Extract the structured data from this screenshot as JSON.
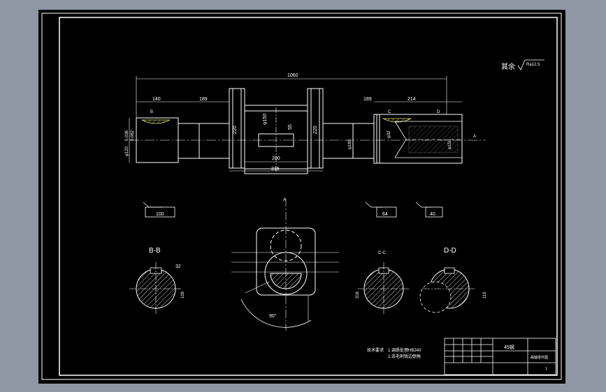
{
  "drawing": {
    "roughness_note": {
      "prefix": "其余",
      "value": "Ra12.5"
    },
    "dimensions": {
      "overall_length": "1060",
      "left_step": "140",
      "left_mid": "189",
      "right_mid": "189",
      "right_step": "214",
      "left_dia": "φ120",
      "left_tol_upper": "0.036",
      "left_tol_lower": "0.082",
      "collar_left": "220",
      "collar_right": "220",
      "center_dia": "φ150",
      "center_small": "55",
      "center_len": "200",
      "collar_span": "315",
      "right_dia": "φ180",
      "bore_dia": "φ150",
      "bore_small": "φ32",
      "key_width_bb": "32",
      "key_depth_bb": "109",
      "key_depth_dd": "316",
      "key_depth_dd2": "119",
      "key_len_left": "100",
      "key_len_mid": "64",
      "key_len_right": "40",
      "angle": "90°"
    },
    "labels": {
      "section_bb": "B-B",
      "section_cc": "C-C",
      "section_dd": "D-D",
      "ref_a": "A",
      "ref_b": "B",
      "ref_c": "C",
      "ref_d": "D"
    },
    "notes": {
      "title": "技术要求",
      "line1": "1.调质处理HB240",
      "line2": "2.去毛刺锐边倒角"
    },
    "title_block": {
      "material": "45钢",
      "part_name": "曲轴零件图",
      "sheet": "1"
    }
  }
}
